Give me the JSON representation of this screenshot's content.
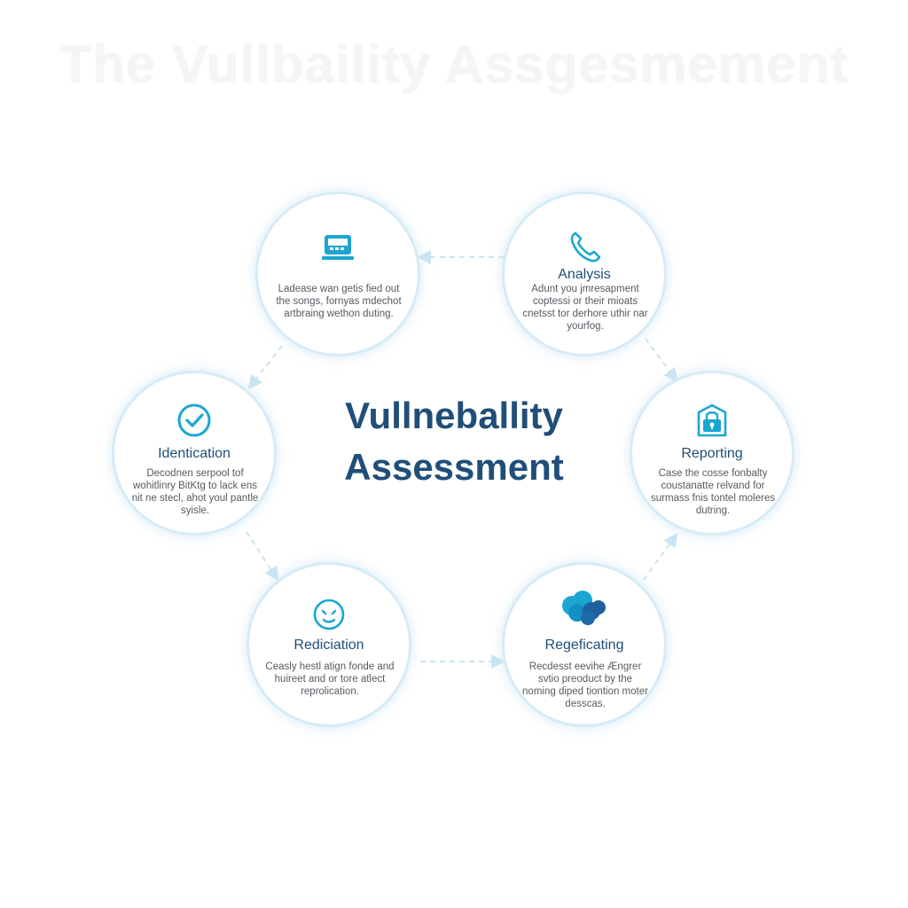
{
  "header": {
    "ghost_title": "The Vullbaility Assgesmement"
  },
  "center": {
    "line1": "Vullneballity",
    "line2": "Assessment"
  },
  "nodes": [
    {
      "label": "",
      "desc": "Ladease wan getis fied out the songs, fornyas mdechot artbraing wethon duting.",
      "icon": "laptop-icon"
    },
    {
      "label": "Analysis",
      "desc": "Adunt you jmresapment coptessi or their mioats cnetsst tor derhore uthir nar yourfog.",
      "icon": "phone-icon"
    },
    {
      "label": "Identication",
      "desc": "Decodnen serpool tof wohitlinry BitKtg to lack ens nit ne stecl, ahot youl pantle syisle.",
      "icon": "checkmark-icon"
    },
    {
      "label": "Reporting",
      "desc": "Case the cosse fonbalty coustanatte relvand for surmass fnis tontel moleres dutring.",
      "icon": "lock-shield-icon"
    },
    {
      "label": "Rediciation",
      "desc": "Ceasly hestl atign fonde and huireet and or tore atlect reprolication.",
      "icon": "face-icon"
    },
    {
      "label": "Regeficating",
      "desc": "Recdesst eevihe Ængrer svtio preoduct by the noming diped tiontion moter desscas.",
      "icon": "cloud-blob-icon"
    }
  ],
  "colors": {
    "accent": "#1ba6d2",
    "title": "#1f4e79",
    "ring": "#d6ebf7",
    "connector": "#c9e4f3",
    "body_text": "#555a60"
  }
}
